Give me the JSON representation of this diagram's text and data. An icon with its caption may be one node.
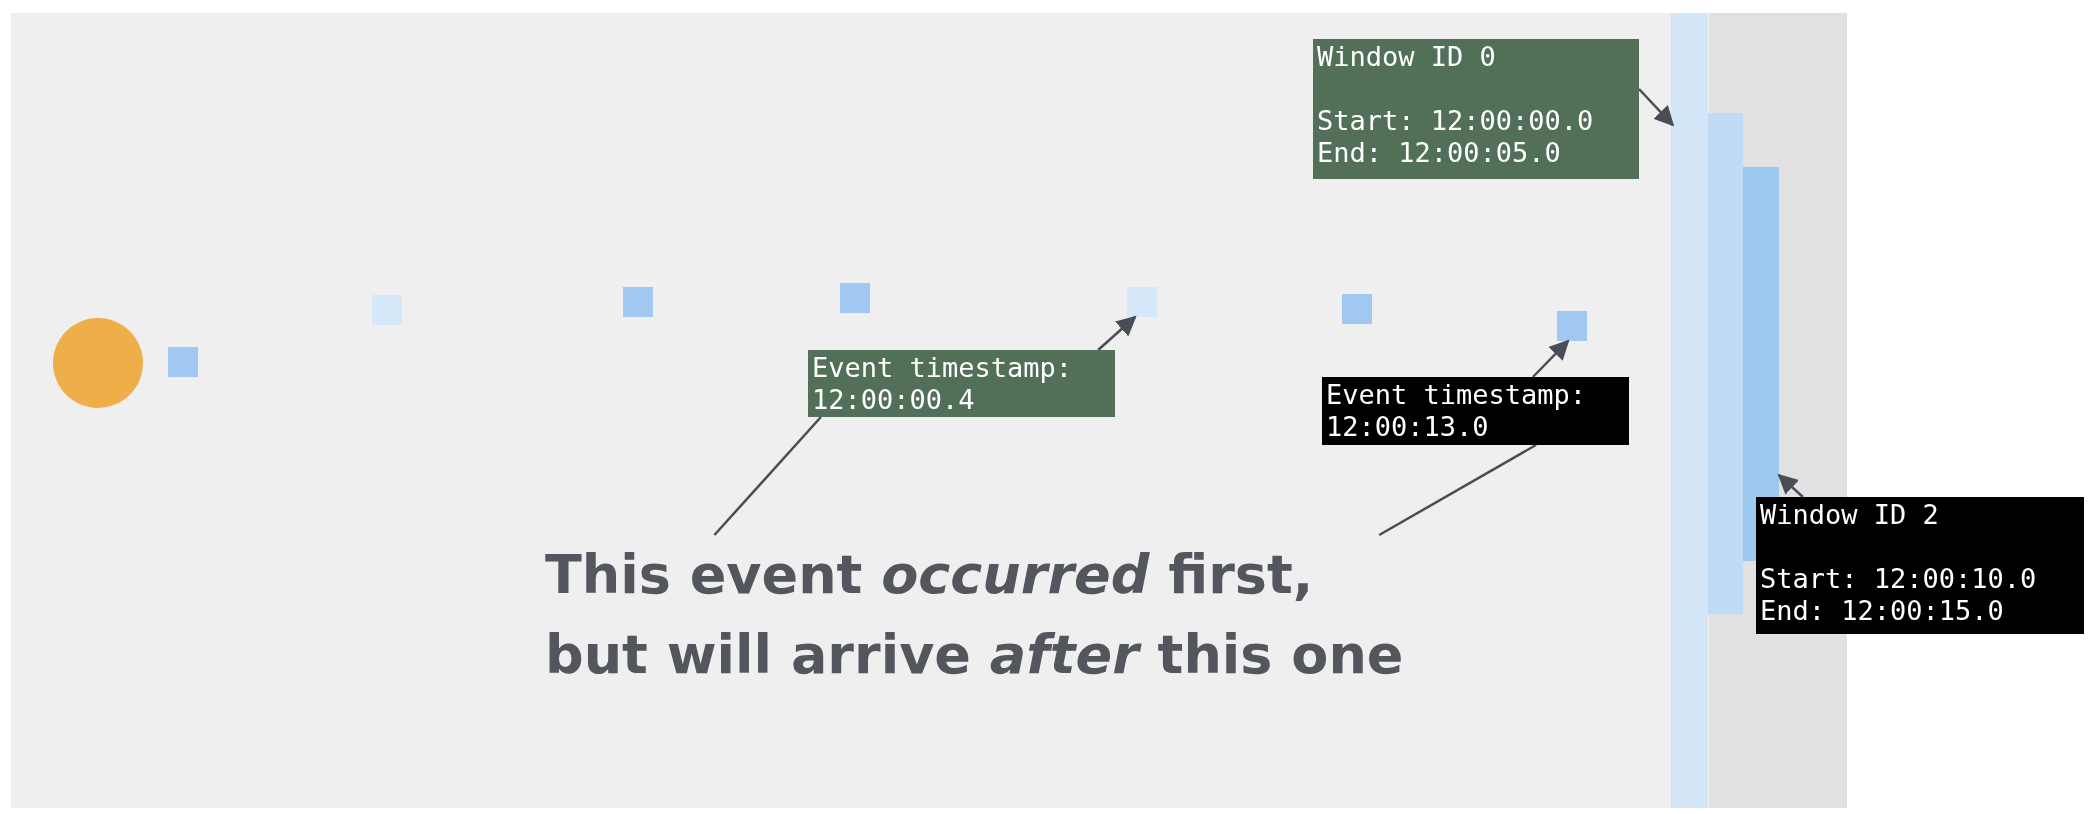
{
  "diagram": {
    "nodes": [
      {
        "text": [],
        "shape": "circle"
      },
      {
        "text": [],
        "shape": "box"
      },
      {
        "text": [],
        "shape": "box"
      },
      {
        "text": [],
        "shape": "box"
      },
      {
        "text": [],
        "shape": "box"
      },
      {
        "text": [],
        "shape": "box"
      },
      {
        "text": [],
        "shape": "box"
      },
      {
        "text": [],
        "shape": "box"
      },
      {
        "text": [],
        "shape": "bar"
      },
      {
        "text": [],
        "shape": "bar"
      },
      {
        "text": [],
        "shape": "bar"
      },
      {
        "text": [
          "Window ID 0",
          "Start: 12:00:00.0 End: 12:00:05.0"
        ]
      },
      {
        "text": [
          "Event timestamp: 12:00:00.4"
        ]
      },
      {
        "text": [
          "Event timestamp: 12:00:13.0"
        ]
      },
      {
        "text": [
          "Window ID 2",
          "Start: 12:00:10.0 End: 12:00:15.0"
        ]
      },
      {
        "text": [
          "This event *occurred* first, but will arrive *after* this one"
        ]
      }
    ],
    "edges": [
      {
        "from": 11,
        "to": 8,
        "arrow": "to"
      },
      {
        "from": 12,
        "to": 5,
        "arrow": "to"
      },
      {
        "from": 13,
        "to": 7,
        "arrow": "to"
      },
      {
        "from": 14,
        "to": 10,
        "arrow": "to"
      },
      {
        "from": 15,
        "to": 12,
        "arrow": "none"
      },
      {
        "from": 15,
        "to": 13,
        "arrow": "none"
      }
    ]
  }
}
